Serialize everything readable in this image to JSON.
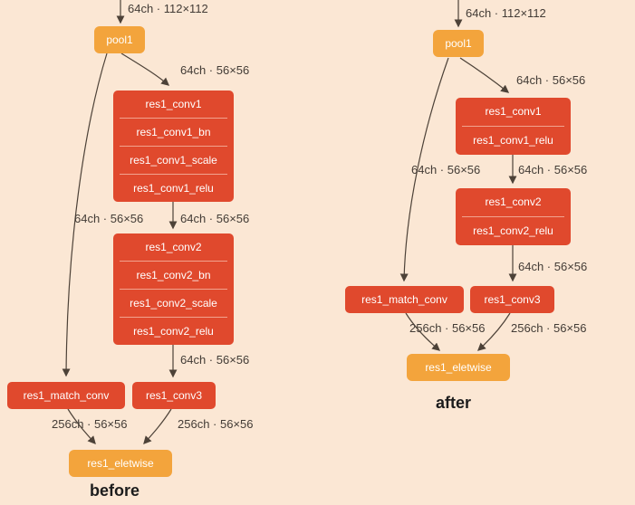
{
  "colors": {
    "background": "#fbe7d4",
    "node_red": "#e0492d",
    "node_orange": "#f3a43c",
    "edge": "#4d4238",
    "edge_label_text": "#433c36"
  },
  "diagram": {
    "before": {
      "caption": "before",
      "edge_labels": {
        "input": "64ch · 112×112",
        "pool_to_conv1": "64ch · 56×56",
        "skip": "64ch · 56×56",
        "conv1_to_conv2": "64ch · 56×56",
        "conv2_to_conv3": "64ch · 56×56",
        "match_out": "256ch · 56×56",
        "conv3_out": "256ch · 56×56"
      },
      "nodes": {
        "pool": "pool1",
        "conv1": [
          "res1_conv1",
          "res1_conv1_bn",
          "res1_conv1_scale",
          "res1_conv1_relu"
        ],
        "conv2": [
          "res1_conv2",
          "res1_conv2_bn",
          "res1_conv2_scale",
          "res1_conv2_relu"
        ],
        "match": "res1_match_conv",
        "conv3": "res1_conv3",
        "eltwise": "res1_eletwise"
      }
    },
    "after": {
      "caption": "after",
      "edge_labels": {
        "input": "64ch · 112×112",
        "pool_to_conv1": "64ch · 56×56",
        "skip": "64ch · 56×56",
        "conv1_to_conv2": "64ch · 56×56",
        "conv2_to_conv3": "64ch · 56×56",
        "match_out": "256ch · 56×56",
        "conv3_out": "256ch · 56×56"
      },
      "nodes": {
        "pool": "pool1",
        "conv1": [
          "res1_conv1",
          "res1_conv1_relu"
        ],
        "conv2": [
          "res1_conv2",
          "res1_conv2_relu"
        ],
        "match": "res1_match_conv",
        "conv3": "res1_conv3",
        "eltwise": "res1_eletwise"
      }
    }
  }
}
